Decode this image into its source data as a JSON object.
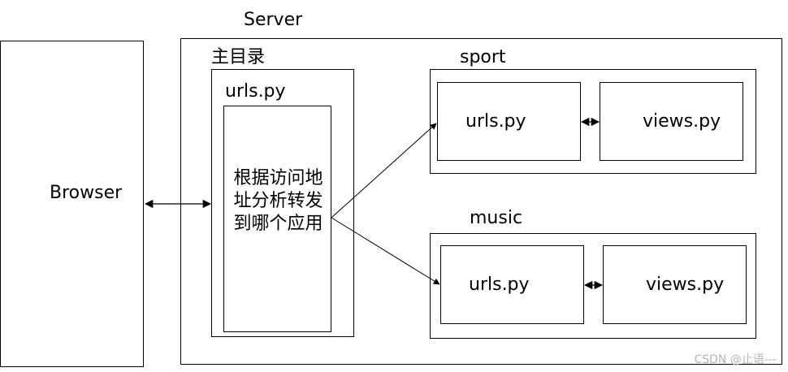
{
  "server_label": "Server",
  "browser_label": "Browser",
  "main_dir": {
    "label": "主目录",
    "urls_label": "urls.py",
    "routing_text": "根据访问地址分析转发到哪个应用"
  },
  "apps": [
    {
      "name": "sport",
      "urls": "urls.py",
      "views": "views.py"
    },
    {
      "name": "music",
      "urls": "urls.py",
      "views": "views.py"
    }
  ],
  "watermark": "CSDN @止语---"
}
